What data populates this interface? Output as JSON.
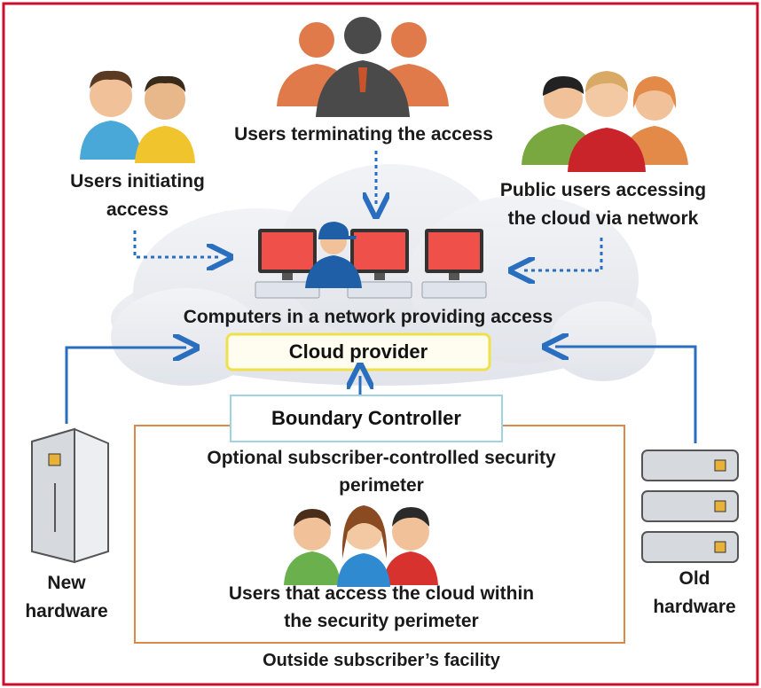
{
  "labels": {
    "users_terminating": "Users terminating the access",
    "users_initiating_l1": "Users initiating",
    "users_initiating_l2": "access",
    "public_users_l1": "Public users accessing",
    "public_users_l2": "the cloud via network",
    "computers_network": "Computers in a network providing access",
    "cloud_provider": "Cloud provider",
    "boundary_controller": "Boundary Controller",
    "optional_perimeter_l1": "Optional subscriber-controlled security",
    "optional_perimeter_l2": "perimeter",
    "inside_users_l1": "Users that access the cloud within",
    "inside_users_l2": "the security perimeter",
    "new_hw_l1": "New",
    "new_hw_l2": "hardware",
    "old_hw_l1": "Old",
    "old_hw_l2": "hardware",
    "outside_facility": "Outside subscriber’s facility"
  },
  "icons": [
    "people-group-icon",
    "user-pair-icon",
    "public-users-icon",
    "monitor-icon",
    "technician-icon",
    "tower-server-icon",
    "rack-server-icon",
    "perimeter-users-icon"
  ],
  "colors": {
    "frame_border": "#c8102e",
    "arrow_blue": "#2a6fbf",
    "cloud_fill": "#e9ebef",
    "monitor_red": "#f0504a",
    "cloud_box_border": "#f0e14a",
    "perimeter_border": "#d98a4a",
    "boundary_border": "#9fd3e0"
  }
}
